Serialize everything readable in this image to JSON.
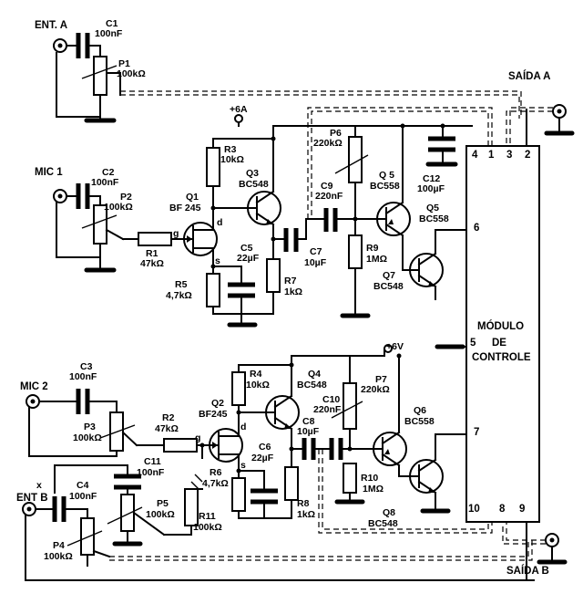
{
  "inputs": {
    "ent_a": "ENT. A",
    "mic1": "MIC 1",
    "mic2": "MIC 2",
    "ent_b": "ENT B"
  },
  "outputs": {
    "saida_a": "SAÍDA A",
    "saida_b": "SAÍDA B"
  },
  "supplies": {
    "a": "+6A",
    "b": "+6V"
  },
  "components": {
    "c1": {
      "ref": "C1",
      "value": "100nF"
    },
    "p1": {
      "ref": "P1",
      "value": "100kΩ"
    },
    "c2": {
      "ref": "C2",
      "value": "100nF"
    },
    "p2": {
      "ref": "P2",
      "value": "100kΩ"
    },
    "r1": {
      "ref": "R1",
      "value": "47kΩ"
    },
    "q1": {
      "ref": "Q1",
      "value": "BF 245"
    },
    "r3": {
      "ref": "R3",
      "value": "10kΩ"
    },
    "q3": {
      "ref": "Q3",
      "value": "BC548"
    },
    "c5": {
      "ref": "C5",
      "value": "22µF"
    },
    "r5": {
      "ref": "R5",
      "value": "4,7kΩ"
    },
    "r7": {
      "ref": "R7",
      "value": "1kΩ"
    },
    "c7": {
      "ref": "C7",
      "value": "10µF"
    },
    "p6": {
      "ref": "P6",
      "value": "220kΩ"
    },
    "c9": {
      "ref": "C9",
      "value": "220nF"
    },
    "q5a": {
      "ref": "Q 5",
      "value": "BC558"
    },
    "q5b": {
      "ref": "Q5",
      "value": "BC558"
    },
    "r9": {
      "ref": "R9",
      "value": "1MΩ"
    },
    "q7": {
      "ref": "Q7",
      "value": "BC548"
    },
    "c12": {
      "ref": "C12",
      "value": "100µF"
    },
    "c3": {
      "ref": "C3",
      "value": "100nF"
    },
    "p3": {
      "ref": "P3",
      "value": "100kΩ"
    },
    "r2": {
      "ref": "R2",
      "value": "47kΩ"
    },
    "q2": {
      "ref": "Q2",
      "value": "BF245"
    },
    "r4": {
      "ref": "R4",
      "value": "10kΩ"
    },
    "q4": {
      "ref": "Q4",
      "value": "BC548"
    },
    "c6": {
      "ref": "C6",
      "value": "22µF"
    },
    "r6": {
      "ref": "R6",
      "value": "4,7kΩ"
    },
    "r8": {
      "ref": "R8",
      "value": "1kΩ"
    },
    "c8": {
      "ref": "C8",
      "value": "10µF"
    },
    "c10": {
      "ref": "C10",
      "value": "220nF"
    },
    "p7": {
      "ref": "P7",
      "value": "220kΩ"
    },
    "q6": {
      "ref": "Q6",
      "value": "BC558"
    },
    "r10": {
      "ref": "R10",
      "value": "1MΩ"
    },
    "q8": {
      "ref": "Q8",
      "value": "BC548"
    },
    "c11": {
      "ref": "C11",
      "value": "100nF"
    },
    "p5": {
      "ref": "P5",
      "value": "100kΩ"
    },
    "r11": {
      "ref": "R11",
      "value": "100kΩ"
    },
    "c4": {
      "ref": "C4",
      "value": "100nF"
    },
    "p4": {
      "ref": "P4",
      "value": "100kΩ"
    }
  },
  "pin_letters": {
    "g": "g",
    "d": "d",
    "s": "s"
  },
  "jumper_mark": "x",
  "module": {
    "line1": "MÓDULO",
    "line2": "DE",
    "line3": "CONTROLE",
    "pins": {
      "p1": "1",
      "p2": "2",
      "p3": "3",
      "p4": "4",
      "p5": "5",
      "p6": "6",
      "p7": "7",
      "p8": "8",
      "p9": "9",
      "p10": "10"
    }
  }
}
